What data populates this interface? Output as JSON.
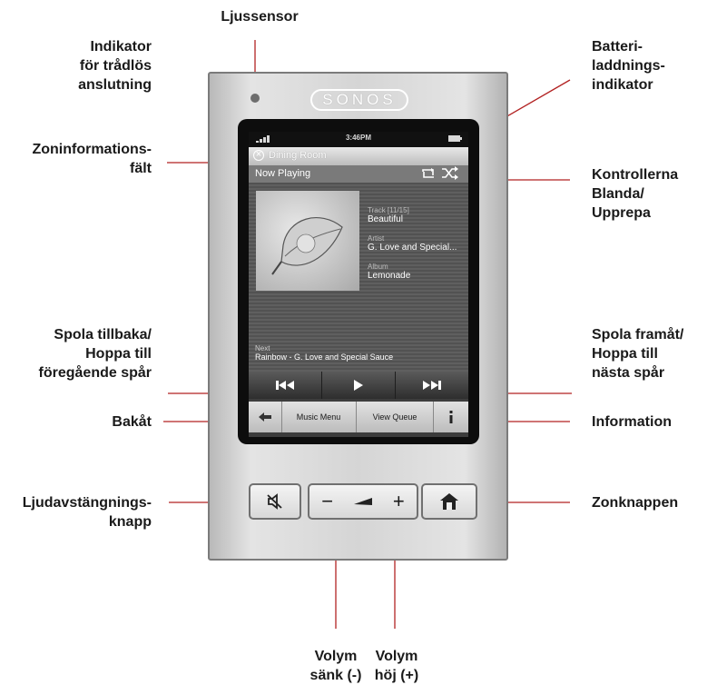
{
  "callouts": {
    "light_sensor": "Ljussensor",
    "wireless": "Indikator\nför trådlös\nanslutning",
    "battery": "Batteri-\nladdnings-\nindikator",
    "zone_info": "Zoninformations-\nfält",
    "shuffle_repeat": "Kontrollerna\nBlanda/\nUpprepa",
    "rewind": "Spola tillbaka/\nHoppa till\nföregående spår",
    "forward": "Spola framåt/\nHoppa till\nnästa spår",
    "back": "Bakåt",
    "information": "Information",
    "mute": "Ljudavstängnings-\nknapp",
    "zone_button": "Zonknappen",
    "vol_down": "Volym\nsänk (-)",
    "vol_up": "Volym\nhöj (+)"
  },
  "device": {
    "logo": "SONOS"
  },
  "screen": {
    "clock": "3:46PM",
    "zone_name": "Dining Room",
    "now_playing": "Now Playing",
    "track_label": "Track [11/15]",
    "track_value": "Beautiful",
    "artist_label": "Artist",
    "artist_value": "G. Love and Special...",
    "album_label": "Album",
    "album_value": "Lemonade",
    "next_label": "Next",
    "next_value": "Rainbow - G. Love and Special Sauce",
    "menu_music": "Music Menu",
    "menu_queue": "View Queue"
  },
  "volume": {
    "minus": "−",
    "plus": "+"
  },
  "colors": {
    "device_silver": "#d5d5d5",
    "screen_dark": "#3c3c3c",
    "leader_red": "#b22222"
  }
}
